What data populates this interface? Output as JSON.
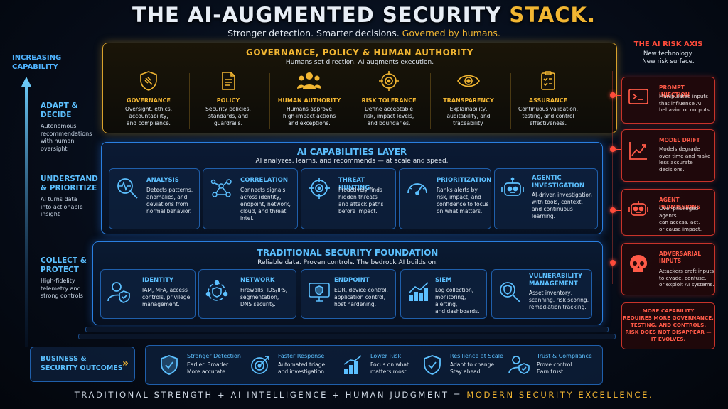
{
  "header": {
    "title_main": "THE AI-AUGMENTED SECURITY ",
    "title_accent": "STACK.",
    "subtitle_main": "Stronger detection. Smarter decisions. ",
    "subtitle_accent": "Governed by humans."
  },
  "left_axis": {
    "label_line1": "INCREASING",
    "label_line2": "CAPABILITY",
    "stages": [
      {
        "title_line1": "ADAPT &",
        "title_line2": "DECIDE",
        "desc": [
          "Autonomous",
          "recommendations",
          "with human",
          "oversight"
        ]
      },
      {
        "title_line1": "UNDERSTAND",
        "title_line2": "& PRIORITIZE",
        "desc": [
          "AI turns data",
          "into actionable",
          "insight"
        ]
      },
      {
        "title_line1": "COLLECT &",
        "title_line2": "PROTECT",
        "desc": [
          "High-fidelity",
          "telemetry and",
          "strong controls"
        ]
      }
    ]
  },
  "governance": {
    "title": "GOVERNANCE, POLICY & HUMAN AUTHORITY",
    "subtitle": "Humans set direction. AI augments execution.",
    "items": [
      {
        "icon": "shield-gavel-icon",
        "title": "GOVERNANCE",
        "desc": [
          "Oversight, ethics,",
          "accountability,",
          "and compliance."
        ]
      },
      {
        "icon": "document-icon",
        "title": "POLICY",
        "desc": [
          "Security policies,",
          "standards, and",
          "guardrails."
        ]
      },
      {
        "icon": "people-icon",
        "title": "HUMAN AUTHORITY",
        "desc": [
          "Humans approve",
          "high-impact actions",
          "and exceptions."
        ]
      },
      {
        "icon": "target-icon",
        "title": "RISK TOLERANCE",
        "desc": [
          "Define acceptable",
          "risk, impact levels,",
          "and boundaries."
        ]
      },
      {
        "icon": "eye-icon",
        "title": "TRANSPARENCY",
        "desc": [
          "Explainability,",
          "auditability, and",
          "traceability."
        ]
      },
      {
        "icon": "checklist-icon",
        "title": "ASSURANCE",
        "desc": [
          "Continuous validation,",
          "testing, and control",
          "effectiveness."
        ]
      }
    ]
  },
  "ai_layer": {
    "title": "AI CAPABILITIES LAYER",
    "subtitle": "AI analyzes, learns, and recommends — at scale and speed.",
    "items": [
      {
        "icon": "magnifier-pulse-icon",
        "title_line1": "ANALYSIS",
        "title_line2": "",
        "desc": [
          "Detects patterns,",
          "anomalies, and",
          "deviations from",
          "normal behavior."
        ]
      },
      {
        "icon": "network-nodes-icon",
        "title_line1": "CORRELATION",
        "title_line2": "",
        "desc": [
          "Connects signals",
          "across identity,",
          "endpoint, network,",
          "cloud, and threat intel."
        ]
      },
      {
        "icon": "crosshair-icon",
        "title_line1": "THREAT HUNTING",
        "title_line2": "",
        "desc": [
          "Proactively finds",
          "hidden threats",
          "and attack paths",
          "before impact."
        ]
      },
      {
        "icon": "gauge-icon",
        "title_line1": "PRIORITIZATION",
        "title_line2": "",
        "desc": [
          "Ranks alerts by",
          "risk, impact, and",
          "confidence to focus",
          "on what matters."
        ]
      },
      {
        "icon": "robot-icon",
        "title_line1": "AGENTIC",
        "title_line2": "INVESTIGATION",
        "desc": [
          "AI-driven investigation",
          "with tools, context,",
          "and continuous",
          "learning."
        ]
      }
    ]
  },
  "traditional": {
    "title": "TRADITIONAL SECURITY FOUNDATION",
    "subtitle": "Reliable data. Proven controls. The bedrock AI builds on.",
    "items": [
      {
        "icon": "identity-icon",
        "title_line1": "IDENTITY",
        "title_line2": "",
        "desc": [
          "IAM, MFA, access",
          "controls, privilege",
          "management."
        ]
      },
      {
        "icon": "network-shield-icon",
        "title_line1": "NETWORK",
        "title_line2": "",
        "desc": [
          "Firewalls, IDS/IPS,",
          "segmentation,",
          "DNS security."
        ]
      },
      {
        "icon": "monitor-shield-icon",
        "title_line1": "ENDPOINT",
        "title_line2": "",
        "desc": [
          "EDR, device control,",
          "application control,",
          "host hardening."
        ]
      },
      {
        "icon": "bar-chart-icon",
        "title_line1": "SIEM",
        "title_line2": "",
        "desc": [
          "Log collection,",
          "monitoring, alerting,",
          "and dashboards."
        ]
      },
      {
        "icon": "search-shield-icon",
        "title_line1": "VULNERABILITY",
        "title_line2": "MANAGEMENT",
        "desc": [
          "Asset inventory,",
          "scanning, risk scoring,",
          "remediation tracking."
        ]
      }
    ]
  },
  "risk_axis": {
    "title": "THE AI RISK AXIS",
    "subtitle_line1": "New technology.",
    "subtitle_line2": "New risk surface.",
    "items": [
      {
        "icon": "terminal-icon",
        "title_line1": "PROMPT INJECTION",
        "title_line2": "",
        "desc": [
          "Manipulated inputs",
          "that influence AI",
          "behavior or outputs."
        ]
      },
      {
        "icon": "trend-up-icon",
        "title_line1": "MODEL DRIFT",
        "title_line2": "",
        "desc": [
          "Models degrade",
          "over time and make",
          "less accurate",
          "decisions."
        ]
      },
      {
        "icon": "robot-icon",
        "title_line1": "AGENT PERMISSIONS",
        "title_line2": "",
        "desc": [
          "Over-privileged agents",
          "can access, act,",
          "or cause impact."
        ]
      },
      {
        "icon": "skull-icon",
        "title_line1": "ADVERSARIAL",
        "title_line2": "INPUTS",
        "desc": [
          "Attackers craft inputs",
          "to evade, confuse,",
          "or exploit AI systems."
        ]
      }
    ],
    "note_line1": "MORE CAPABILITY",
    "note_line2": "REQUIRES MORE GOVERNANCE,",
    "note_line3": "TESTING, AND CONTROLS.",
    "note_line4": "RISK DOES NOT DISAPPEAR —",
    "note_line5": "IT EVOLVES."
  },
  "outcomes": {
    "label_line1": "BUSINESS &",
    "label_line2": "SECURITY OUTCOMES",
    "items": [
      {
        "icon": "shield-check-icon",
        "title": "Stronger Detection",
        "desc": [
          "Earlier. Broader.",
          "More accurate."
        ]
      },
      {
        "icon": "target-arrow-icon",
        "title": "Faster Response",
        "desc": [
          "Automated triage",
          "and investigation."
        ]
      },
      {
        "icon": "bar-chart-icon",
        "title": "Lower Risk",
        "desc": [
          "Focus on what",
          "matters most."
        ]
      },
      {
        "icon": "shield-check-icon",
        "title": "Resilience at Scale",
        "desc": [
          "Adapt to change.",
          "Stay ahead."
        ]
      },
      {
        "icon": "user-shield-icon",
        "title": "Trust & Compliance",
        "desc": [
          "Prove control.",
          "Earn trust."
        ]
      }
    ]
  },
  "footer": {
    "main": "TRADITIONAL STRENGTH + AI INTELLIGENCE + HUMAN JUDGMENT = ",
    "accent": "MODERN SECURITY EXCELLENCE."
  },
  "colors": {
    "gold": "#f2b632",
    "blue": "#5cc0ff",
    "red": "#ff4b3a"
  }
}
